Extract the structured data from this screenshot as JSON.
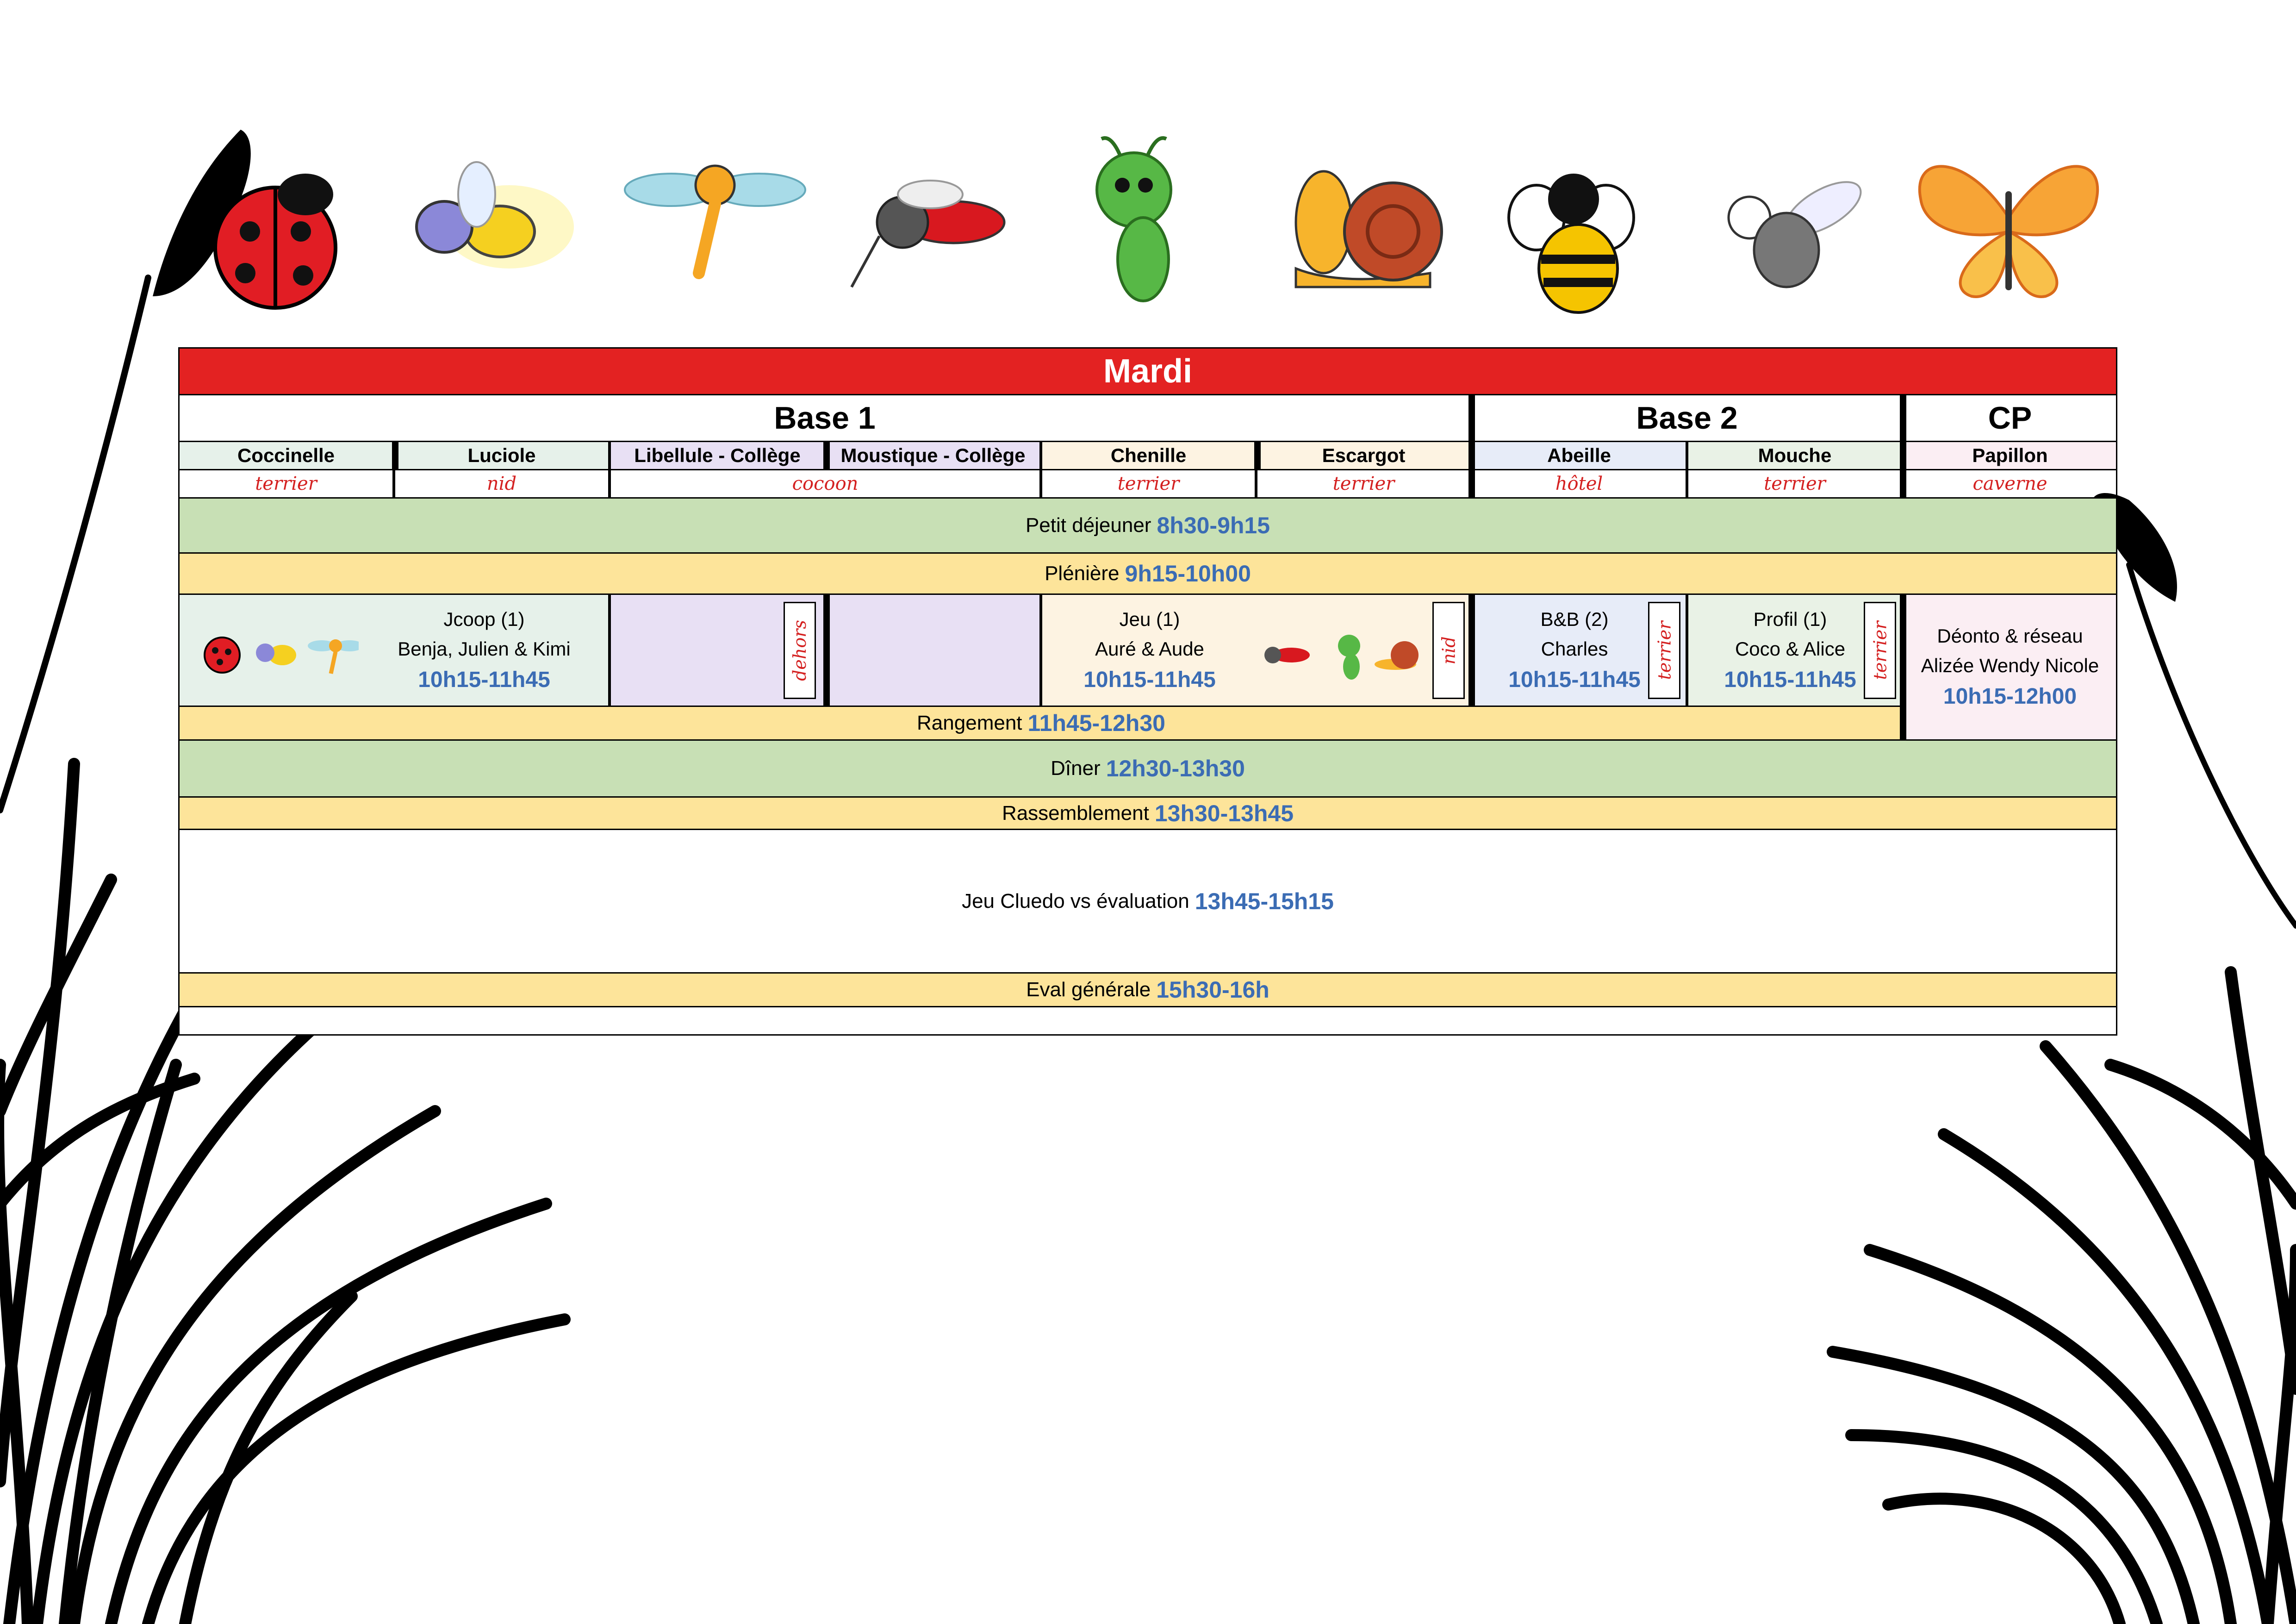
{
  "day": "Mardi",
  "bases": [
    {
      "label": "Base 1"
    },
    {
      "label": "Base 2"
    },
    {
      "label": "CP"
    }
  ],
  "groups": [
    {
      "name": "Coccinelle",
      "place": "terrier",
      "color": "#e6f1ea"
    },
    {
      "name": "Luciole",
      "place": "nid",
      "color": "#e6f1ea"
    },
    {
      "name": "Libellule - Collège",
      "place": "cocoon",
      "color": "#e8e0f4"
    },
    {
      "name": "Moustique - Collège",
      "place": "",
      "color": "#e8e0f4"
    },
    {
      "name": "Chenille",
      "place": "terrier",
      "color": "#fdf3e2"
    },
    {
      "name": "Escargot",
      "place": "terrier",
      "color": "#fdf3e2"
    },
    {
      "name": "Abeille",
      "place": "hôtel",
      "color": "#e7ecf8"
    },
    {
      "name": "Mouche",
      "place": "terrier",
      "color": "#e9f2e6"
    },
    {
      "name": "Papillon",
      "place": "caverne",
      "color": "#fbeef3"
    }
  ],
  "rows": {
    "breakfast": {
      "label": "Petit déjeuner",
      "time": "8h30-9h15"
    },
    "pleniere": {
      "label": "Plénière",
      "time": "9h15-10h00"
    },
    "rangement": {
      "label": "Rangement",
      "time": "11h45-12h30"
    },
    "diner": {
      "label": "Dîner",
      "time": "12h30-13h30"
    },
    "rassemblement": {
      "label": "Rassemblement",
      "time": "13h30-13h45"
    },
    "cluedo": {
      "label": "Jeu Cluedo vs évaluation",
      "time": "13h45-15h15"
    },
    "eval": {
      "label": "Eval générale",
      "time": "15h30-16h"
    }
  },
  "activities": {
    "jcoop": {
      "title": "Jcoop (1)",
      "people": "Benja, Julien & Kimi",
      "time": "10h15-11h45"
    },
    "dehors": "dehors",
    "jeu": {
      "title": "Jeu (1)",
      "people": "Auré & Aude",
      "time": "10h15-11h45"
    },
    "jeu_place": "nid",
    "bb": {
      "title": "B&B (2)",
      "people": "Charles",
      "time": "10h15-11h45"
    },
    "bb_place": "terrier",
    "profil": {
      "title": "Profil (1)",
      "people": "Coco & Alice",
      "time": "10h15-11h45"
    },
    "profil_place": "terrier",
    "deonto": {
      "title": "Déonto & réseau",
      "people": "Alizée Wendy Nicole",
      "time": "10h15-12h00"
    }
  },
  "colors": {
    "red": "#e32222",
    "green_row": "#c8e0b5",
    "yellow_row": "#fde49a",
    "time_blue": "#3b6cb4",
    "location_red": "#d42020"
  }
}
